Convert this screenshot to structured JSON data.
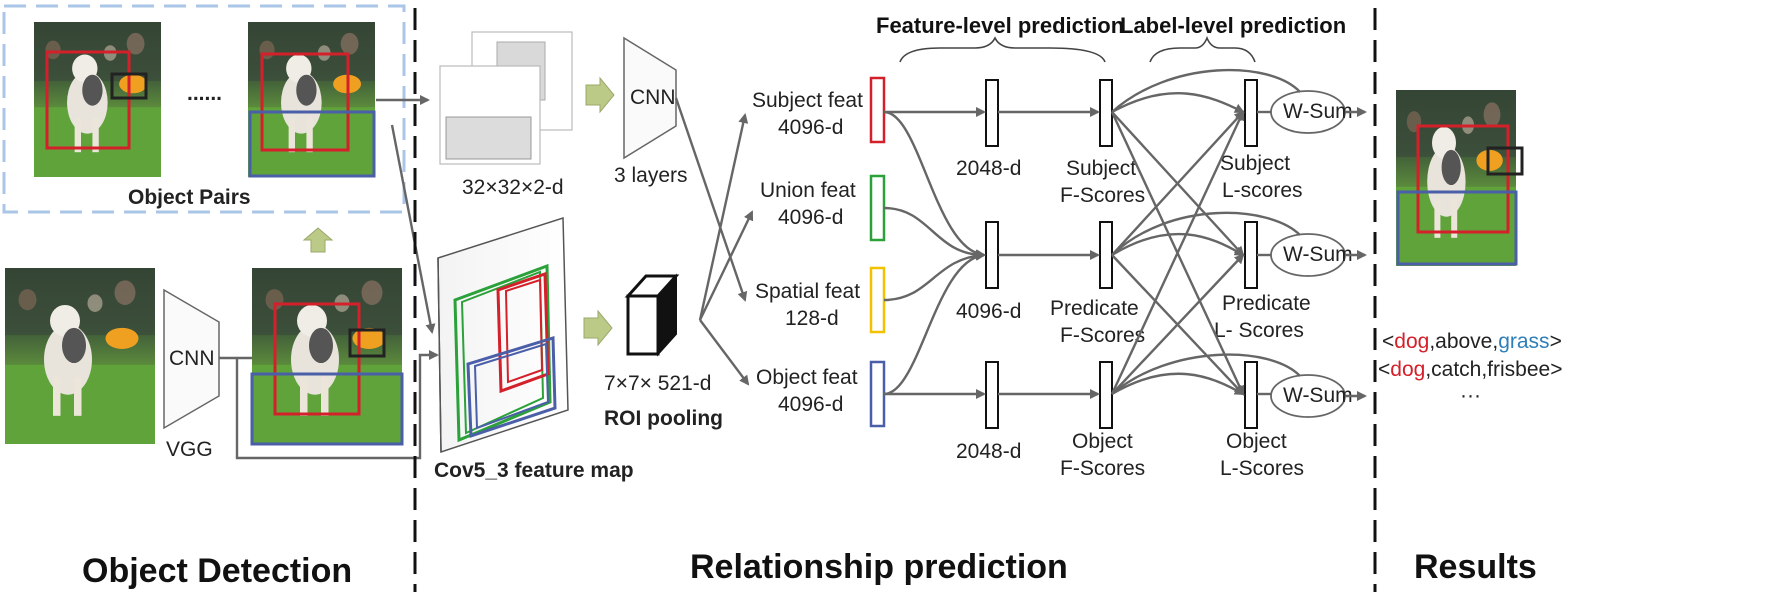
{
  "sections": {
    "object_detection": "Object Detection",
    "relationship_prediction": "Relationship prediction",
    "results": "Results"
  },
  "headers": {
    "feature_level": "Feature-level prediction",
    "label_level": "Label-level prediction"
  },
  "detection": {
    "object_pairs": "Object Pairs",
    "ellipsis": "......",
    "cnn": "CNN",
    "vgg": "VGG"
  },
  "spatial_branch": {
    "mask_dims": "32×32×2-d",
    "cnn": "CNN",
    "layers": "3 layers"
  },
  "roi_branch": {
    "feature_map": "Cov5_3 feature map",
    "pool_dims": "7×7× 521-d",
    "roi_pooling": "ROI pooling"
  },
  "features": {
    "subject": [
      "Subject feat",
      "4096-d"
    ],
    "union": [
      "Union feat",
      "4096-d"
    ],
    "spatial": [
      "Spatial feat",
      "128-d"
    ],
    "object": [
      "Object feat",
      "4096-d"
    ]
  },
  "fc_dims": {
    "subject": "2048-d",
    "predicate": "4096-d",
    "object": "2048-d"
  },
  "f_scores": {
    "subject": [
      "Subject",
      "F-Scores"
    ],
    "predicate": [
      "Predicate",
      "F-Scores"
    ],
    "object": [
      "Object",
      "F-Scores"
    ]
  },
  "l_scores": {
    "subject": [
      "Subject",
      "L-scores"
    ],
    "predicate": [
      "Predicate",
      "L- Scores"
    ],
    "object": [
      "Object",
      "L-Scores"
    ]
  },
  "wsum": "W-Sum",
  "results": {
    "triplet1": {
      "open": "<",
      "subject": "dog",
      "predicate": ",above,",
      "object": "grass",
      "close": ">"
    },
    "triplet2": {
      "open": "<",
      "subject": "dog",
      "predicate": ",catch,frisbee>"
    },
    "more": "···"
  },
  "colors": {
    "subject_box": "#d4202a",
    "object_box": "#4a5fa8",
    "union_box": "#2aa139",
    "spatial_box": "#f2c200",
    "subject_word": "#d4202a",
    "object_word": "#2e7fb8",
    "dashed_region": "#a9c6e6"
  },
  "icons": {
    "up_arrow": "up-arrow-icon",
    "right_arrow": "right-arrow-icon"
  }
}
